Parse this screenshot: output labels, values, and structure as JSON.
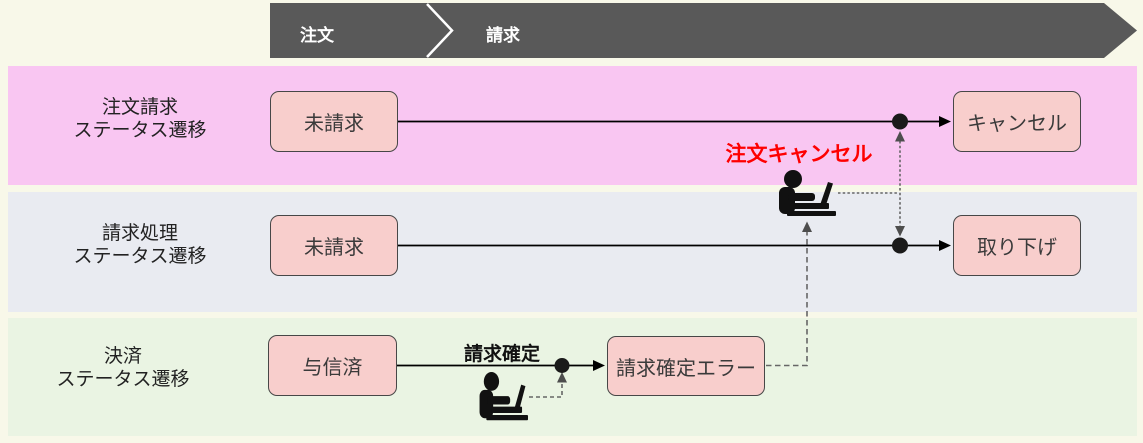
{
  "banner": {
    "steps": [
      {
        "label": "注文"
      },
      {
        "label": "請求"
      }
    ]
  },
  "lanes": [
    {
      "id": "order-billing",
      "label_line1": "注文請求",
      "label_line2": "ステータス遷移",
      "nodes": [
        {
          "label": "未請求"
        },
        {
          "label": "キャンセル"
        }
      ]
    },
    {
      "id": "billing-process",
      "label_line1": "請求処理",
      "label_line2": "ステータス遷移",
      "nodes": [
        {
          "label": "未請求"
        },
        {
          "label": "取り下げ"
        }
      ]
    },
    {
      "id": "payment",
      "label_line1": "決済",
      "label_line2": "ステータス遷移",
      "nodes": [
        {
          "label": "与信済"
        },
        {
          "label": "請求確定エラー"
        }
      ]
    }
  ],
  "annotations": {
    "order_cancel_action": "注文キャンセル",
    "billing_confirm_action": "請求確定"
  },
  "icons": {
    "operator_icon": "person-at-laptop"
  },
  "colors": {
    "page_bg": "#f8f8e9",
    "banner_bg": "#595959",
    "lane_order_billing_bg": "#f9c6f2",
    "lane_billing_process_bg": "#e9ebf1",
    "lane_payment_bg": "#eaf4e3",
    "node_fill": "#f8cecc",
    "node_border": "#474747",
    "action_red": "#fe0000",
    "solid_connector": "#000000",
    "dashed_connector": "#666666"
  }
}
